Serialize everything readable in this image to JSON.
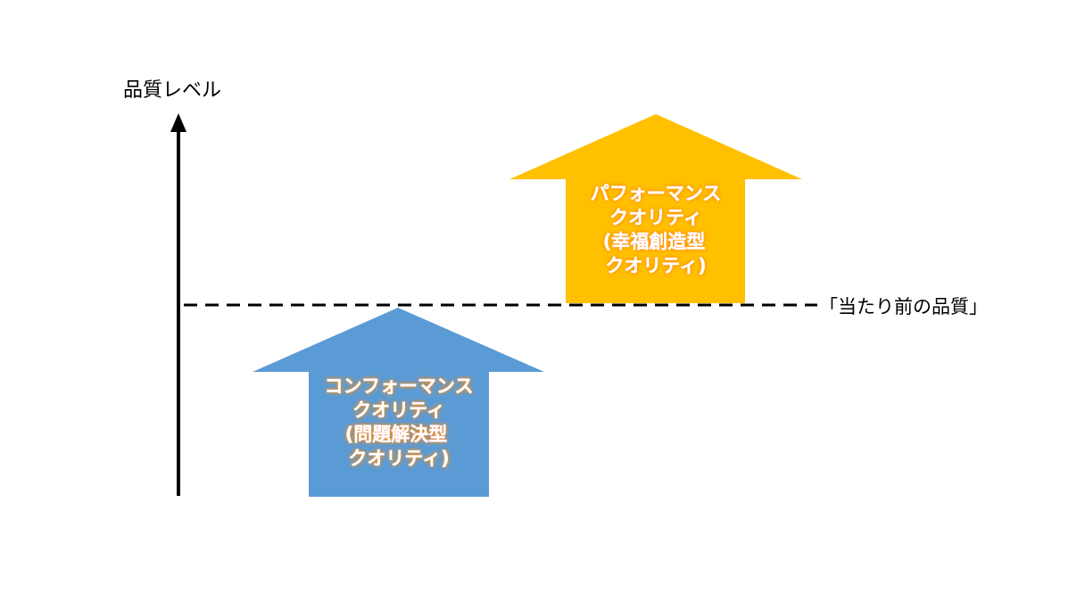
{
  "axis": {
    "label": "品質レベル"
  },
  "baseline": {
    "label": "「当たり前の品質」"
  },
  "arrows": {
    "conformance": {
      "lines": [
        "コンフォーマンス",
        "クオリティ",
        "(問題解決型",
        "クオリティ)"
      ],
      "color": "#5b9bd5"
    },
    "performance": {
      "lines": [
        "パフォーマンス",
        "クオリティ",
        "(幸福創造型",
        "クオリティ)"
      ],
      "color": "#ffc000"
    }
  },
  "colors": {
    "axis": "#000000",
    "glow": "#ff8c00"
  }
}
